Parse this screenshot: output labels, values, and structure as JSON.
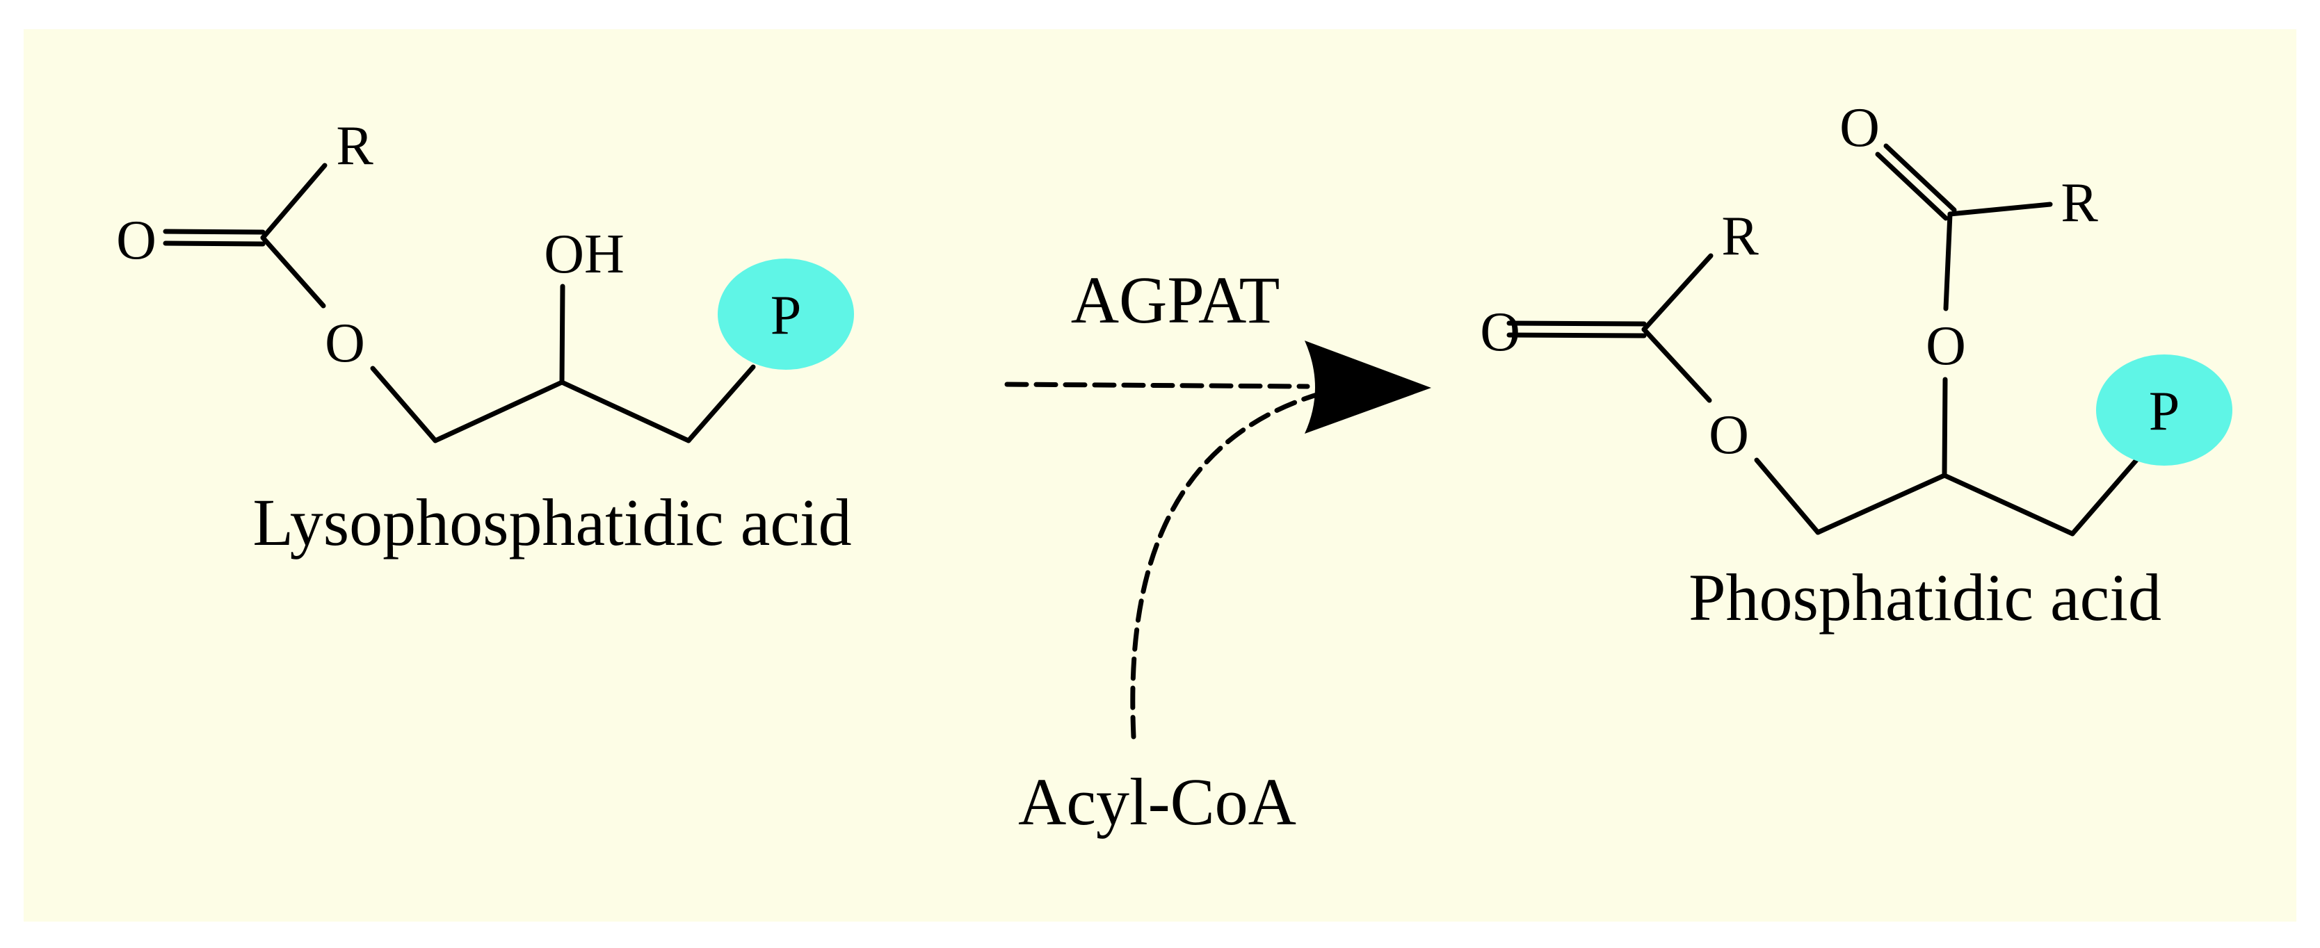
{
  "colors": {
    "background": "#fdfde6",
    "phosphate": "#5ff5e6",
    "ink": "#000000"
  },
  "reactant": {
    "name": "Lysophosphatidic acid",
    "atoms": {
      "carbonyl_o": "O",
      "r_group": "R",
      "ester_o": "O",
      "hydroxyl": "OH",
      "phosphate": "P"
    }
  },
  "product": {
    "name": "Phosphatidic acid",
    "atoms": {
      "carbonyl_o_1": "O",
      "r_group_1": "R",
      "ester_o_1": "O",
      "carbonyl_o_2": "O",
      "r_group_2": "R",
      "ester_o_2": "O",
      "phosphate": "P"
    }
  },
  "reaction": {
    "enzyme": "AGPAT",
    "cosubstrate": "Acyl-CoA"
  }
}
